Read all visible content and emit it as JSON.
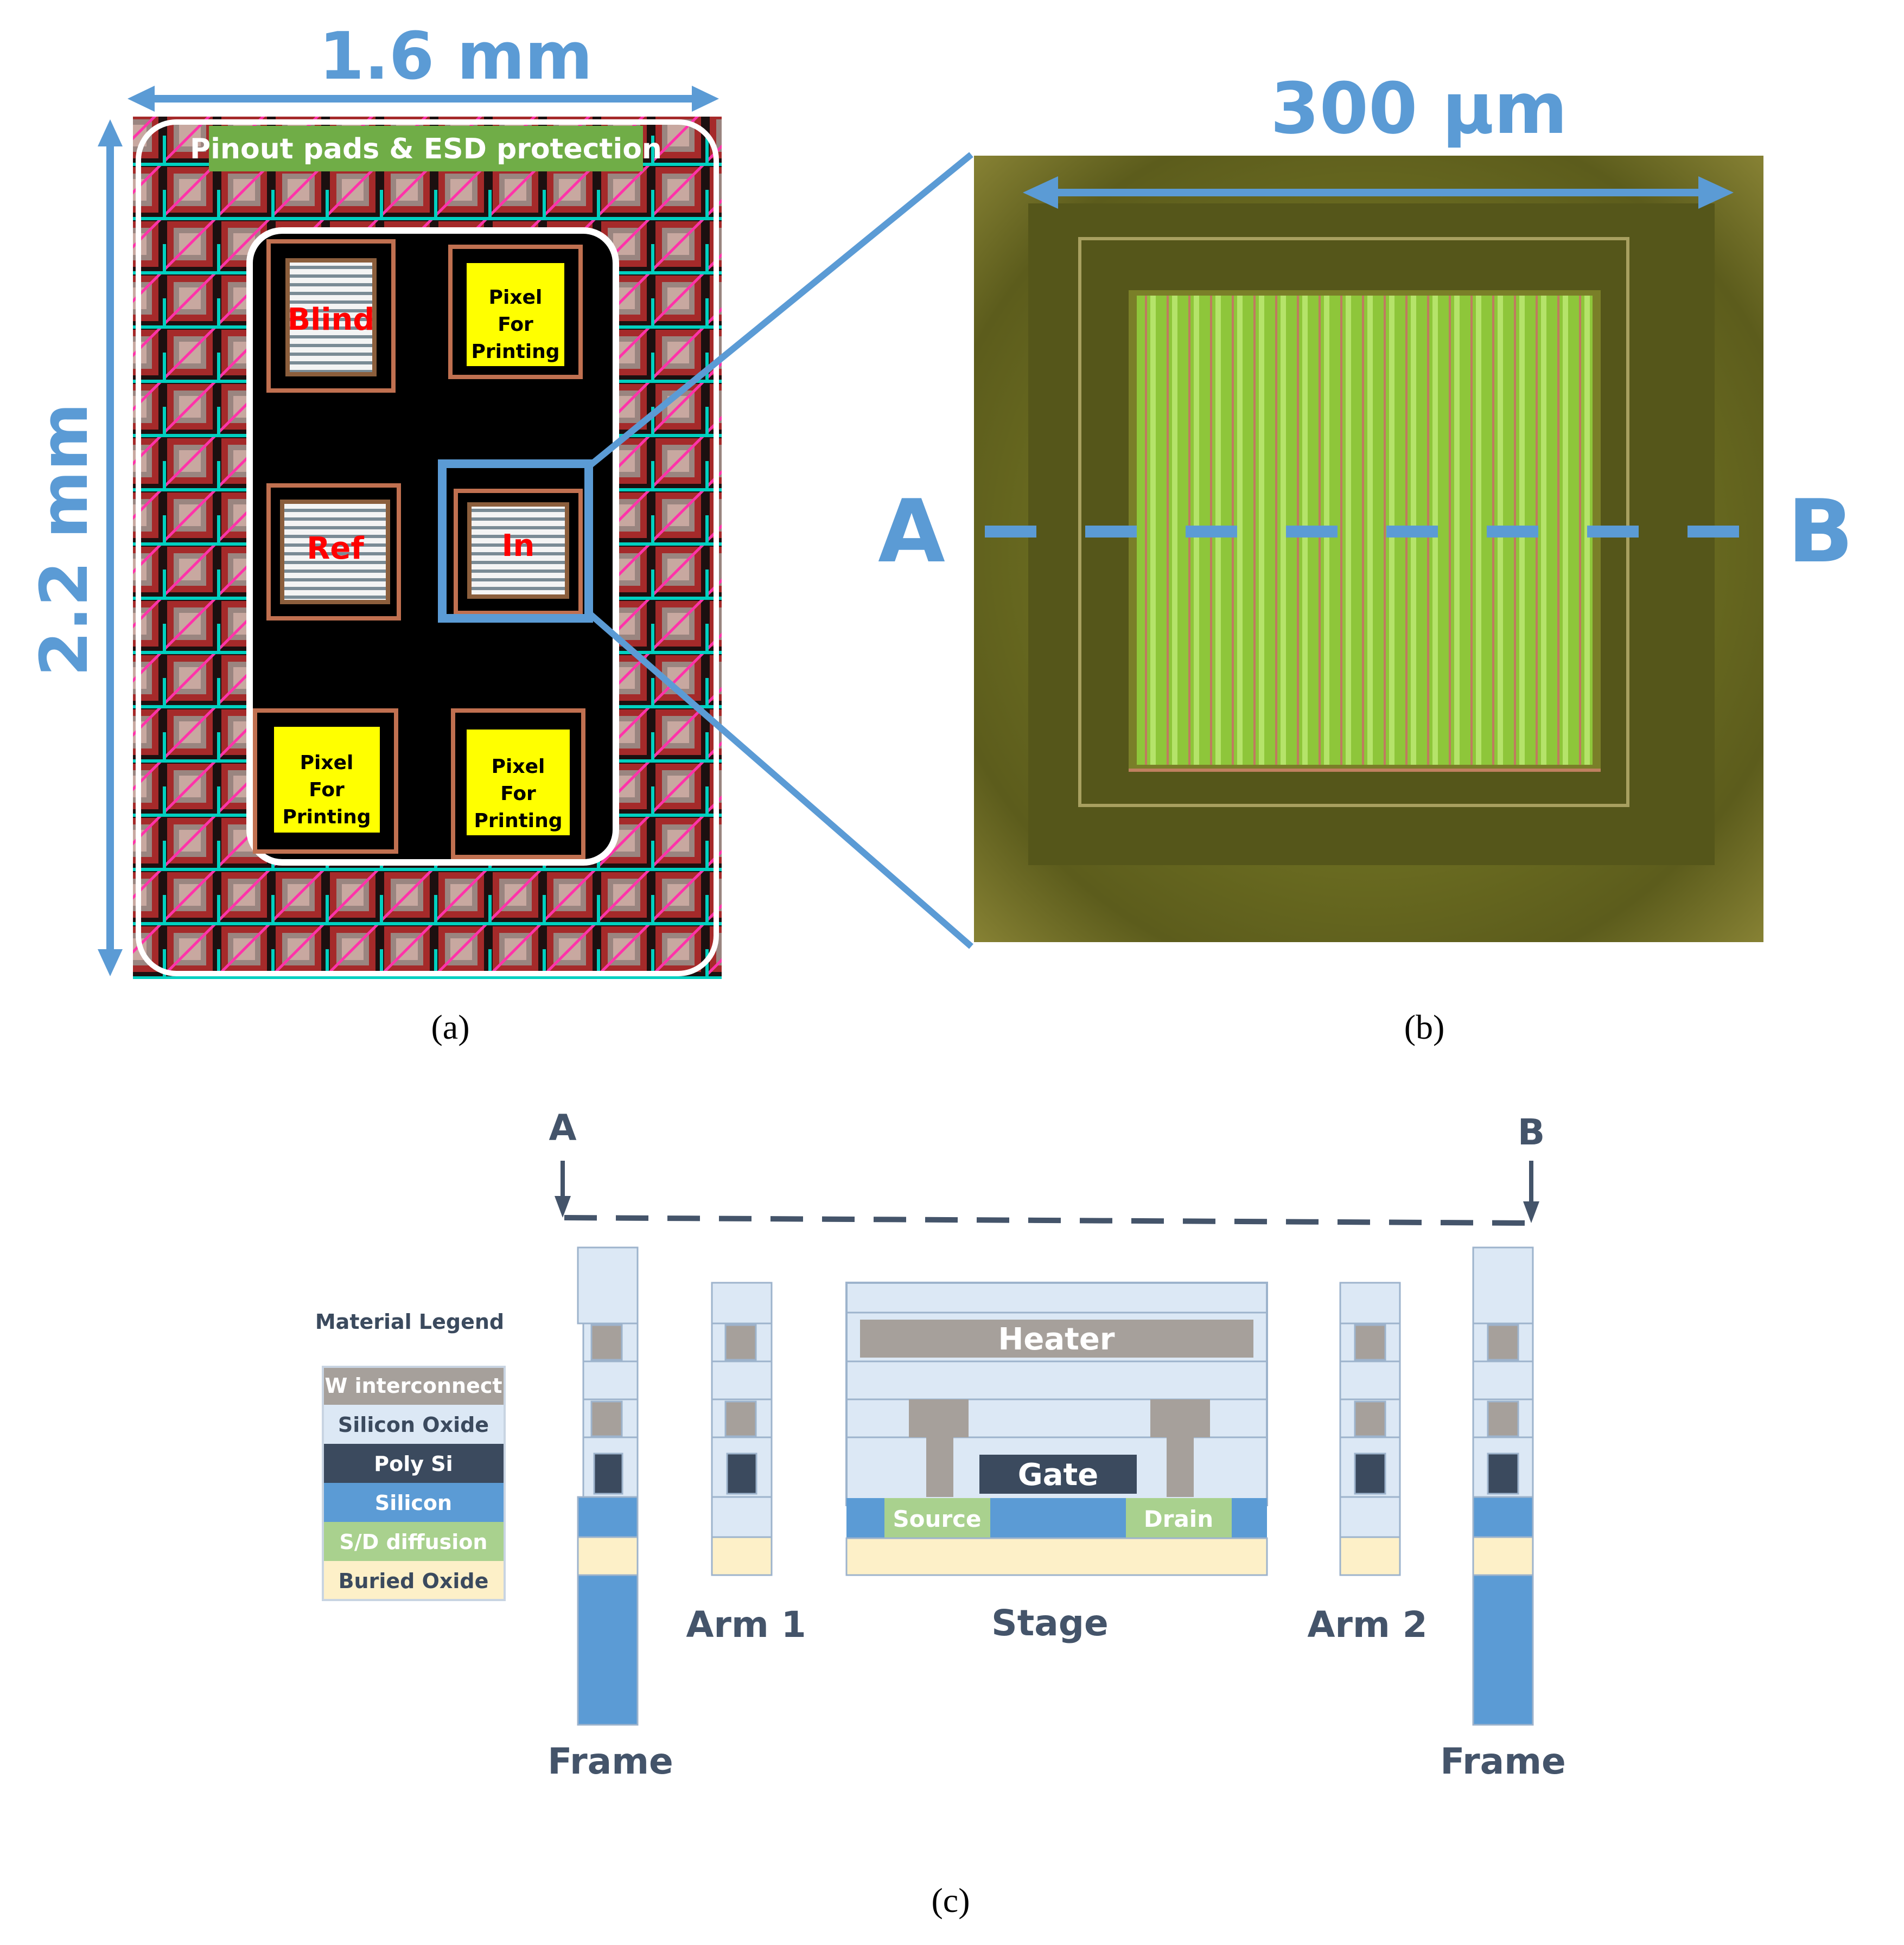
{
  "panel_a": {
    "width_label": "1.6 mm",
    "height_label": "2.2 mm",
    "pads_label": "Pinout pads & ESD protection",
    "pixel_blind": "Blind",
    "pixel_ref": "Ref",
    "pixel_in": "In",
    "pixel_printing": [
      "Pixel",
      "For",
      "Printing"
    ],
    "caption": "(a)"
  },
  "panel_b": {
    "width_label": "300 µm",
    "point_a": "A",
    "point_b": "B",
    "caption": "(b)"
  },
  "panel_c": {
    "point_a": "A",
    "point_b": "B",
    "legend_title": "Material Legend",
    "legend": [
      {
        "label": "W interconnect",
        "color": "#a6a09b",
        "text_color": "#ffffff"
      },
      {
        "label": "Silicon Oxide",
        "color": "#dce8f5",
        "text_color": "#3b4a5e"
      },
      {
        "label": "Poly Si",
        "color": "#3b4a5e",
        "text_color": "#ffffff"
      },
      {
        "label": "Silicon",
        "color": "#5b9bd5",
        "text_color": "#ffffff"
      },
      {
        "label": "S/D diffusion",
        "color": "#a9d18e",
        "text_color": "#ffffff"
      },
      {
        "label": "Buried Oxide",
        "color": "#fdf0c8",
        "text_color": "#3b4a5e"
      }
    ],
    "heater": "Heater",
    "gate": "Gate",
    "source": "Source",
    "drain": "Drain",
    "frame_left": "Frame",
    "arm1": "Arm 1",
    "stage": "Stage",
    "arm2": "Arm 2",
    "frame_right": "Frame",
    "caption": "(c)"
  },
  "colors": {
    "accent_blue": "#5b9bd5",
    "dark_slate": "#44546a",
    "pad_green": "#70ad47",
    "pixel_yellow": "#ffff00",
    "label_red": "#ff0000"
  }
}
